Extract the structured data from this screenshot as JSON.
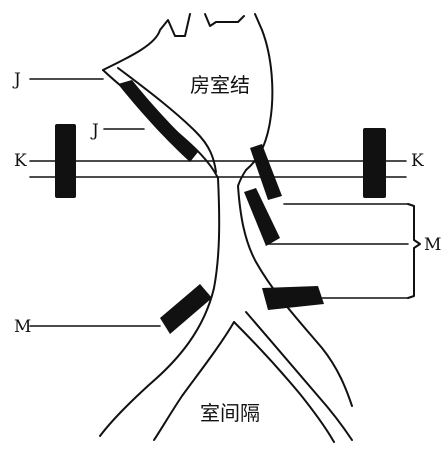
{
  "labels": {
    "j_upper": "J",
    "j_lower": "J",
    "k_left": "K",
    "k_right": "K",
    "m_left": "M",
    "m_right": "M"
  },
  "text": {
    "av_node": "房室结",
    "septum": "室间隔"
  }
}
